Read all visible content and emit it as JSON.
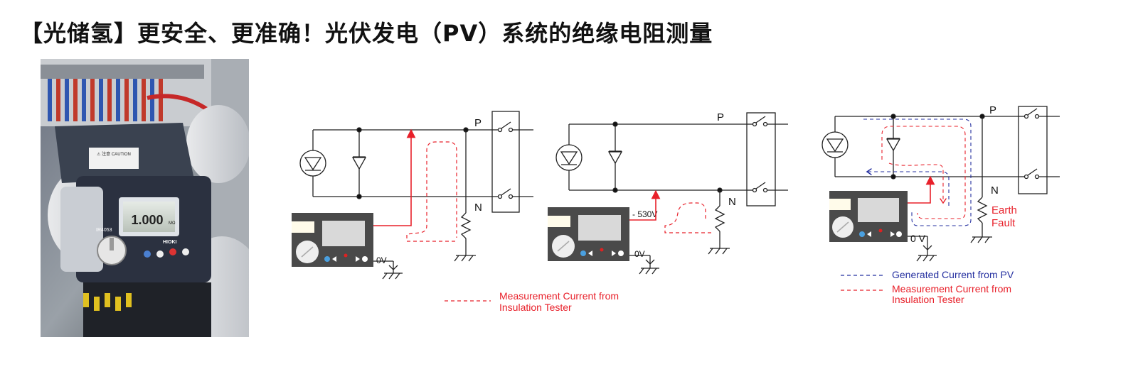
{
  "title": "【光储氢】更安全、更准确！光伏发电（PV）系统的绝缘电阻测量",
  "photo": {
    "caution": "⚠ 注意 CAUTION",
    "display_reading": "1.000",
    "display_unit": "MΩ",
    "model": "IR4053",
    "brand": "HIOKI"
  },
  "diagram1": {
    "p_label": "P",
    "n_label": "N",
    "zero_v": "0V",
    "legend_line1": "Measurement Current from",
    "legend_line2": "Insulation Tester"
  },
  "diagram2": {
    "p_label": "P",
    "n_label": "N",
    "zero_v": "0V",
    "voltage": "- 530V"
  },
  "diagram3": {
    "p_label": "P",
    "n_label": "N",
    "zero_v": "0 V",
    "fault_line1": "Earth",
    "fault_line2": "Fault",
    "legend_pv": "Generated Current from PV",
    "legend_meas_line1": "Measurement Current from",
    "legend_meas_line2": "Insulation Tester"
  },
  "colors": {
    "measurement": "#e8202a",
    "pv_current": "#2530a0",
    "wire": "#222222",
    "tester_body": "#4a4a4a",
    "tester_screen": "#d9d9d9"
  }
}
